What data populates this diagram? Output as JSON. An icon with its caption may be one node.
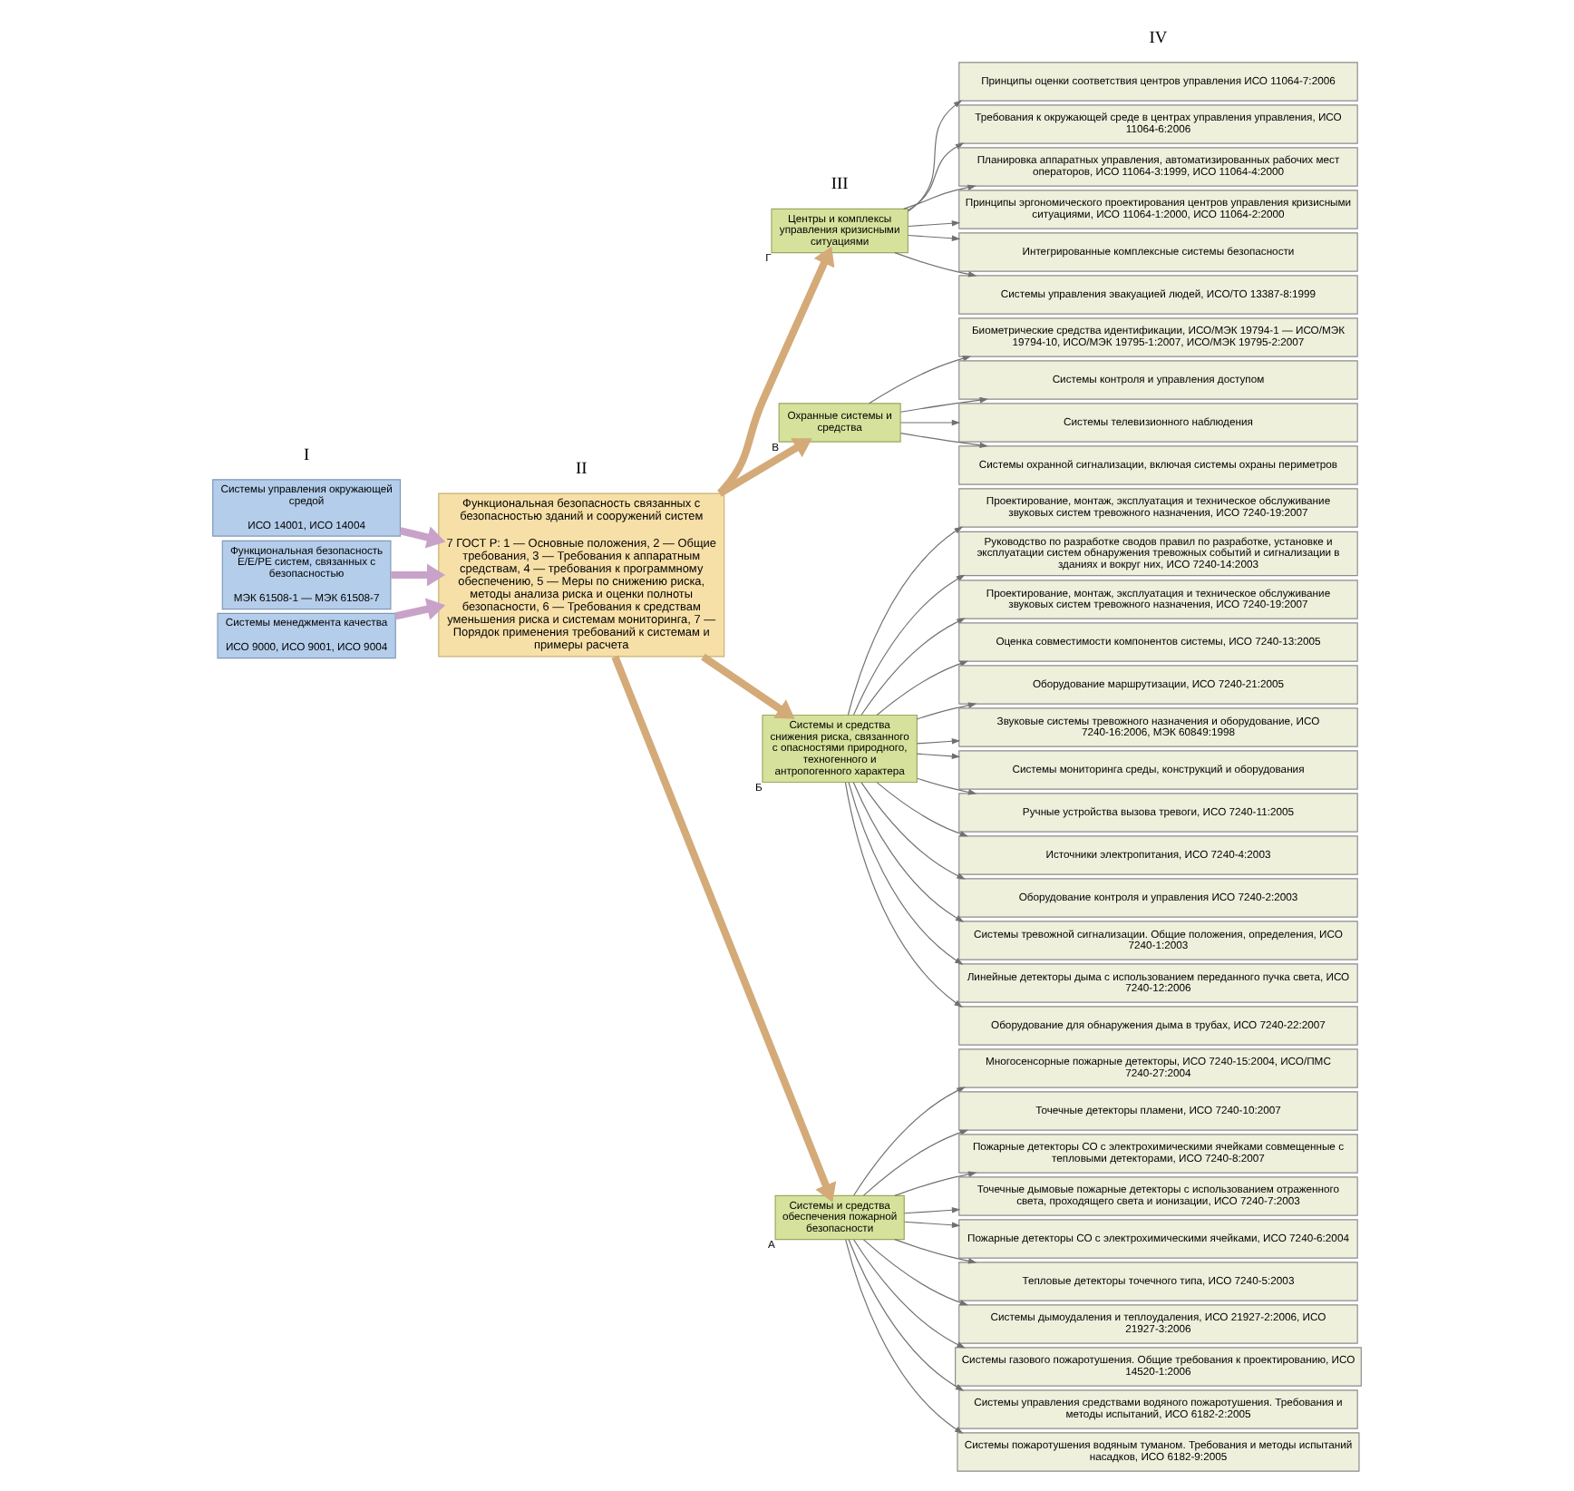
{
  "diagram": {
    "nodes": [
      {
        "text": [
          "Системы управления окружающей средой",
          "ИСО 14001, ИСО 14004"
        ]
      },
      {
        "text": [
          "Функциональная безопасность Е/Е/РЕ систем, связанных с безопасностью",
          "МЭК 61508-1 — МЭК 61508-7"
        ]
      },
      {
        "text": [
          "Системы менеджмента качества",
          "ИСО 9000, ИСО 9001, ИСО 9004"
        ]
      },
      {
        "text": [
          "Функциональная безопасность связанных с безопасностью зданий и сооружений систем",
          "7 ГОСТ Р: 1 — Основные положения, 2 — Общие требования, 3 — Требования к аппаратным средствам, 4 — требования к программному обеспечению, 5 — Меры по снижению риска, методы анализа риска и оценки полноты безопасности, 6 — Требования к средствам уменьшения риска и системам мониторинга, 7 — Порядок применения требований к системам и примеры расчета"
        ]
      },
      {
        "text": [
          "Центры и комплексы управления кризисными ситуациями"
        ],
        "beside": [
          "Г"
        ]
      },
      {
        "text": [
          "Охранные системы и средства"
        ],
        "beside": [
          "В"
        ]
      },
      {
        "text": [
          "Системы и средства снижения риска, связанного с опасностями природного, техногенного и антропогенного характера"
        ],
        "beside": [
          "Б"
        ]
      },
      {
        "text": [
          "Системы и средства обеспечения пожарной безопасности"
        ],
        "beside": [
          "А"
        ]
      },
      {
        "text": [
          "Принципы оценки соответствия центров управления ИСО 11064-7:2006"
        ]
      },
      {
        "text": [
          "Требования к окружающей среде в центрах управления управления, ИСО 11064-6:2006"
        ]
      },
      {
        "text": [
          "Планировка аппаратных управления, автоматизированных рабочих мест операторов, ИСО 11064-3:1999, ИСО 11064-4:2000"
        ]
      },
      {
        "text": [
          "Принципы эргономического проектирования центров управления кризисными ситуациями, ИСО 11064-1:2000, ИСО 11064-2:2000"
        ]
      },
      {
        "text": [
          "Интегрированные комплексные системы безопасности"
        ]
      },
      {
        "text": [
          "Системы управления эвакуацией людей, ИСО/ТО 13387-8:1999"
        ]
      },
      {
        "text": [
          "Биометрические средства идентификации, ИСО/МЭК 19794-1 — ИСО/МЭК 19794-10, ИСО/МЭК 19795-1:2007, ИСО/МЭК 19795-2:2007"
        ]
      },
      {
        "text": [
          "Системы контроля и управления доступом"
        ]
      },
      {
        "text": [
          "Системы телевизионного наблюдения"
        ]
      },
      {
        "text": [
          "Системы охранной сигнализации, включая системы охраны периметров"
        ]
      },
      {
        "text": [
          "Проектирование, монтаж, эксплуатация и техническое обслуживание звуковых систем тревожного назначения, ИСО 7240-19:2007"
        ]
      },
      {
        "text": [
          "Руководство по разработке сводов правил по разработке, установке и эксплуатации систем обнаружения тревожных событий и сигнализации в зданиях и вокруг них, ИСО 7240-14:2003"
        ]
      },
      {
        "text": [
          "Проектирование, монтаж, эксплуатация и техническое обслуживание звуковых систем тревожного назначения, ИСО 7240-19:2007"
        ]
      },
      {
        "text": [
          "Оценка совместимости компонентов системы, ИСО 7240-13:2005"
        ]
      },
      {
        "text": [
          "Оборудование маршрутизации, ИСО 7240-21:2005"
        ]
      },
      {
        "text": [
          "Звуковые системы тревожного назначения и оборудование, ИСО 7240-16:2006, МЭК 60849:1998"
        ]
      },
      {
        "text": [
          "Системы мониторинга среды, конструкций и оборудования"
        ]
      },
      {
        "text": [
          "Ручные устройства вызова тревоги, ИСО 7240-11:2005"
        ]
      },
      {
        "text": [
          "Источники электропитания, ИСО 7240-4:2003"
        ]
      },
      {
        "text": [
          "Оборудование контроля и управления ИСО 7240-2:2003"
        ]
      },
      {
        "text": [
          "Системы тревожной сигнализации. Общие положения, определения, ИСО 7240-1:2003"
        ]
      },
      {
        "text": [
          "Линейные детекторы дыма с использованием переданного пучка света, ИСО 7240-12:2006"
        ]
      },
      {
        "text": [
          "Оборудование для обнаружения дыма в трубах, ИСО 7240-22:2007"
        ]
      },
      {
        "text": [
          "Многосенсорные пожарные детекторы, ИСО 7240-15:2004, ИСО/ПМС 7240-27:2004"
        ]
      },
      {
        "text": [
          "Точечные детекторы пламени, ИСО 7240-10:2007"
        ]
      },
      {
        "text": [
          "Пожарные детекторы СО с электрохимическими ячейками совмещенные с тепловыми детекторами, ИСО 7240-8:2007"
        ]
      },
      {
        "text": [
          "Точечные дымовые пожарные детекторы с использованием отраженного света, проходящего света и ионизации, ИСО 7240-7:2003"
        ]
      },
      {
        "text": [
          "Пожарные детекторы СО с электрохимическими ячейками, ИСО 7240-6:2004"
        ]
      },
      {
        "text": [
          "Тепловые детекторы точечного типа, ИСО 7240-5:2003"
        ]
      },
      {
        "text": [
          "Системы дымоудаления и теплоудаления, ИСО 21927-2:2006, ИСО 21927-3:2006"
        ]
      },
      {
        "text": [
          "Системы газового пожаротушения. Общие требования к проектированию, ИСО 14520-1:2006"
        ]
      },
      {
        "text": [
          "Системы управления средствами водяного пожаротушения. Требования и методы испытаний, ИСО 6182-2:2005"
        ]
      },
      {
        "text": [
          "Системы пожаротушения водяным туманом. Требования и методы испытаний насадков, ИСО 6182-9:2005"
        ]
      }
    ],
    "edges": [
      {
        "from": 0,
        "to": 3,
        "arrow": "to",
        "style": "thick",
        "color": "#c8a2c8"
      },
      {
        "from": 1,
        "to": 3,
        "arrow": "to",
        "style": "thick",
        "color": "#c8a2c8"
      },
      {
        "from": 2,
        "to": 3,
        "arrow": "to",
        "style": "thick",
        "color": "#c8a2c8"
      },
      {
        "from": 3,
        "to": 4,
        "arrow": "to",
        "style": "thick",
        "color": "#d4aa78"
      },
      {
        "from": 3,
        "to": 5,
        "arrow": "to",
        "style": "thick",
        "color": "#d4aa78"
      },
      {
        "from": 3,
        "to": 6,
        "arrow": "to",
        "style": "thick",
        "color": "#d4aa78"
      },
      {
        "from": 3,
        "to": 7,
        "arrow": "to",
        "style": "thick",
        "color": "#d4aa78"
      },
      {
        "from": 4,
        "to": 8,
        "arrow": "to"
      },
      {
        "from": 4,
        "to": 9,
        "arrow": "to"
      },
      {
        "from": 4,
        "to": 10,
        "arrow": "to"
      },
      {
        "from": 4,
        "to": 11,
        "arrow": "to"
      },
      {
        "from": 4,
        "to": 12,
        "arrow": "to"
      },
      {
        "from": 4,
        "to": 13,
        "arrow": "to"
      },
      {
        "from": 5,
        "to": 14,
        "arrow": "to"
      },
      {
        "from": 5,
        "to": 15,
        "arrow": "to"
      },
      {
        "from": 5,
        "to": 16,
        "arrow": "to"
      },
      {
        "from": 5,
        "to": 17,
        "arrow": "to"
      },
      {
        "from": 6,
        "to": 18,
        "arrow": "to"
      },
      {
        "from": 6,
        "to": 19,
        "arrow": "to"
      },
      {
        "from": 6,
        "to": 20,
        "arrow": "to"
      },
      {
        "from": 6,
        "to": 21,
        "arrow": "to"
      },
      {
        "from": 6,
        "to": 22,
        "arrow": "to"
      },
      {
        "from": 6,
        "to": 23,
        "arrow": "to"
      },
      {
        "from": 6,
        "to": 24,
        "arrow": "to"
      },
      {
        "from": 6,
        "to": 25,
        "arrow": "to"
      },
      {
        "from": 6,
        "to": 26,
        "arrow": "to"
      },
      {
        "from": 6,
        "to": 27,
        "arrow": "to"
      },
      {
        "from": 6,
        "to": 28,
        "arrow": "to"
      },
      {
        "from": 6,
        "to": 29,
        "arrow": "to"
      },
      {
        "from": 6,
        "to": 30,
        "arrow": "to"
      },
      {
        "from": 7,
        "to": 31,
        "arrow": "to"
      },
      {
        "from": 7,
        "to": 32,
        "arrow": "to"
      },
      {
        "from": 7,
        "to": 33,
        "arrow": "to"
      },
      {
        "from": 7,
        "to": 34,
        "arrow": "to"
      },
      {
        "from": 7,
        "to": 35,
        "arrow": "to"
      },
      {
        "from": 7,
        "to": 36,
        "arrow": "to"
      },
      {
        "from": 7,
        "to": 37,
        "arrow": "to"
      },
      {
        "from": 7,
        "to": 38,
        "arrow": "to"
      },
      {
        "from": 7,
        "to": 39,
        "arrow": "to"
      },
      {
        "from": 7,
        "to": 40,
        "arrow": "to"
      }
    ],
    "labels": [
      "I",
      "II",
      "III",
      "IV"
    ]
  }
}
